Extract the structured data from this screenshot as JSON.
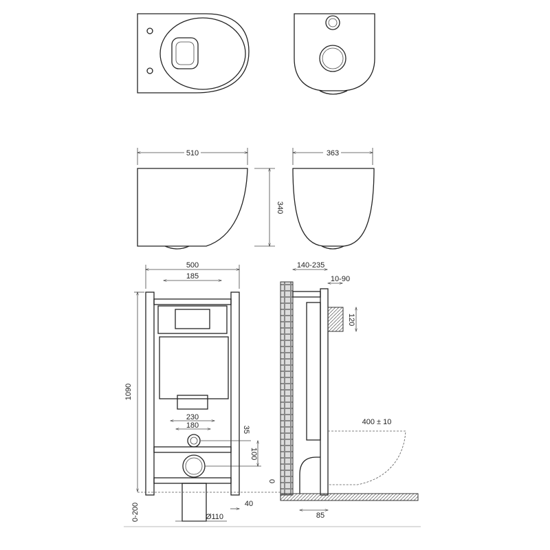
{
  "dimensions": {
    "bowl_length": "510",
    "bowl_width": "363",
    "bowl_height": "340",
    "frame_width": "500",
    "frame_top_inner": "185",
    "frame_height": "1090",
    "bolt_spacing_outer": "230",
    "bolt_spacing_inner": "180",
    "inlet_offset": "35",
    "outlet_offset": "100",
    "floor_zero": "0",
    "leg_adjust": "0-200",
    "leg_offset": "40",
    "drain_diameter": "Ø110",
    "wall_depth": "140-235",
    "flush_plate_depth": "10-90",
    "flush_plate_height": "120",
    "seat_height": "400 ± 10",
    "floor_offset": "85"
  }
}
